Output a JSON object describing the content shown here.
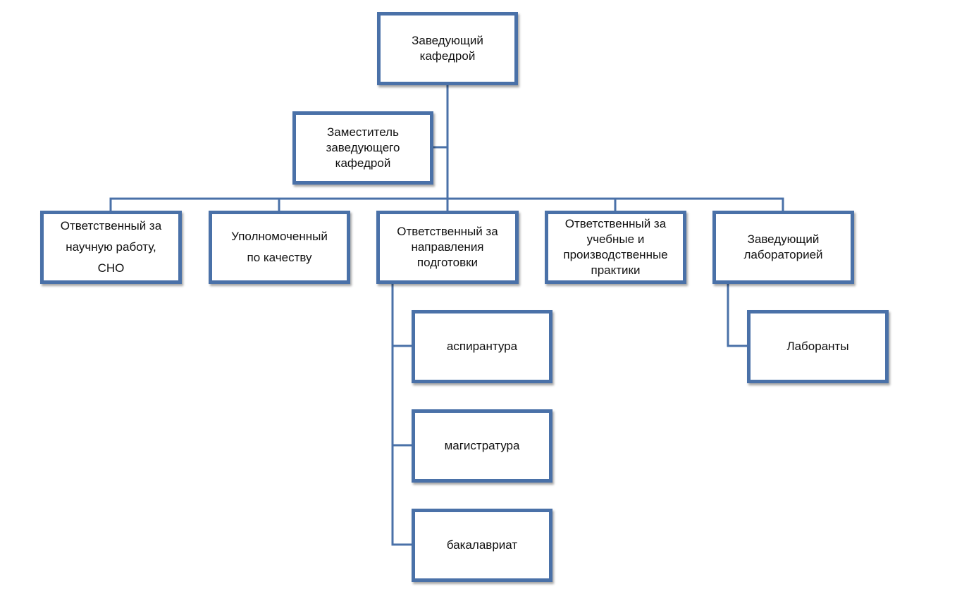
{
  "diagram": {
    "line_color": "#4a71a8",
    "box_border_color": "#4a71a8",
    "nodes": [
      {
        "id": "head",
        "label": "Заведующий\nкафедрой"
      },
      {
        "id": "deputy",
        "label": "Заместитель\nзаведующего\nкафедрой"
      },
      {
        "id": "science",
        "label": "Ответственный за\nнаучную работу,\nСНО"
      },
      {
        "id": "quality",
        "label": "Уполномоченный\nпо качеству"
      },
      {
        "id": "directions",
        "label": "Ответственный за\nнаправления\nподготовки"
      },
      {
        "id": "practice",
        "label": "Ответственный за\nучебные и\nпроизводственные\nпрактики"
      },
      {
        "id": "lab_head",
        "label": "Заведующий\nлабораторией"
      },
      {
        "id": "phd",
        "label": "аспирантура"
      },
      {
        "id": "master",
        "label": "магистратура"
      },
      {
        "id": "bachelor",
        "label": "бакалавриат"
      },
      {
        "id": "lab_staff",
        "label": "Лаборанты"
      }
    ],
    "edges": [
      {
        "from": "head",
        "to": "deputy"
      },
      {
        "from": "head",
        "to": "science"
      },
      {
        "from": "head",
        "to": "quality"
      },
      {
        "from": "head",
        "to": "directions"
      },
      {
        "from": "head",
        "to": "practice"
      },
      {
        "from": "head",
        "to": "lab_head"
      },
      {
        "from": "directions",
        "to": "phd"
      },
      {
        "from": "directions",
        "to": "master"
      },
      {
        "from": "directions",
        "to": "bachelor"
      },
      {
        "from": "lab_head",
        "to": "lab_staff"
      }
    ]
  }
}
